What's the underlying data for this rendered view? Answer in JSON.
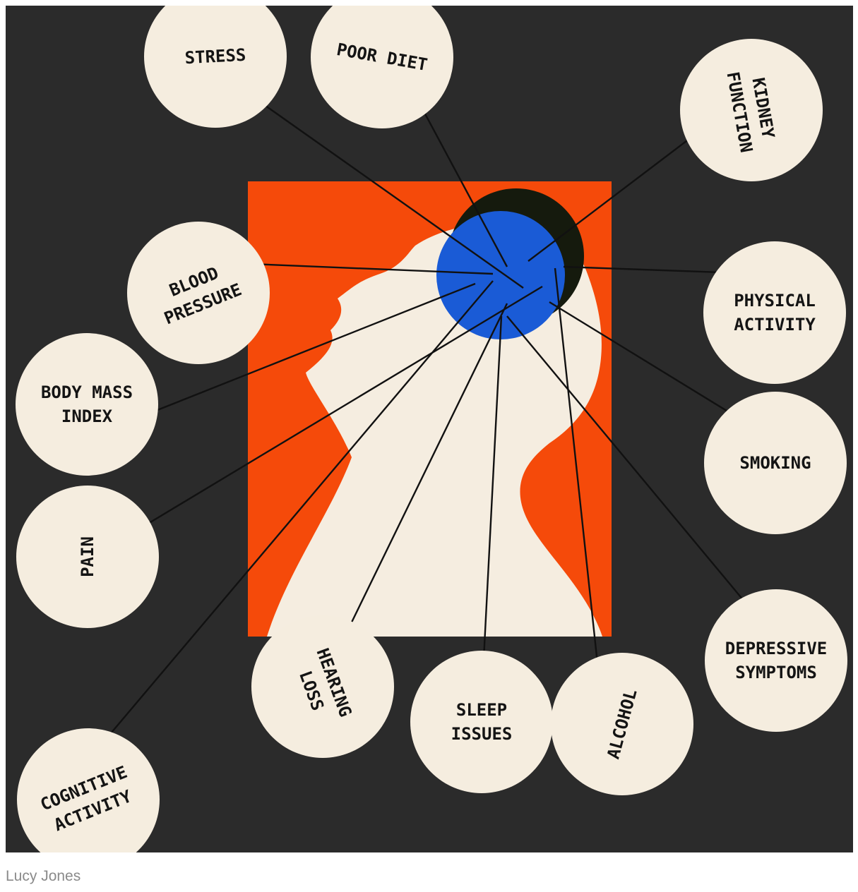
{
  "colors": {
    "background": "#2b2b2b",
    "frame": "#f54a0a",
    "silhouette": "#f5ede0",
    "brain_blue": "#1a5bd6",
    "brain_dark": "#151a0d",
    "circle_fill": "#f5eddf",
    "line": "#111111"
  },
  "icons": {
    "figure": "head-silhouette-icon",
    "brain": "brain-circle-icon"
  },
  "factors": [
    {
      "id": "stress",
      "lines": [
        "STRESS"
      ]
    },
    {
      "id": "poor-diet",
      "lines": [
        "POOR DIET"
      ]
    },
    {
      "id": "kidney-function",
      "lines": [
        "KIDNEY",
        "FUNCTION"
      ]
    },
    {
      "id": "blood-pressure",
      "lines": [
        "BLOOD",
        "PRESSURE"
      ]
    },
    {
      "id": "physical-activity",
      "lines": [
        "PHYSICAL",
        "ACTIVITY"
      ]
    },
    {
      "id": "body-mass-index",
      "lines": [
        "BODY MASS",
        "INDEX"
      ]
    },
    {
      "id": "smoking",
      "lines": [
        "SMOKING"
      ]
    },
    {
      "id": "pain",
      "lines": [
        "PAIN"
      ]
    },
    {
      "id": "depressive-symptoms",
      "lines": [
        "DEPRESSIVE",
        "SYMPTOMS"
      ]
    },
    {
      "id": "hearing-loss",
      "lines": [
        "HEARING",
        "LOSS"
      ]
    },
    {
      "id": "sleep-issues",
      "lines": [
        "SLEEP",
        "ISSUES"
      ]
    },
    {
      "id": "alcohol",
      "lines": [
        "ALCOHOL"
      ]
    },
    {
      "id": "cognitive-activity",
      "lines": [
        "COGNITIVE",
        "ACTIVITY"
      ]
    }
  ],
  "credit": "Lucy Jones"
}
